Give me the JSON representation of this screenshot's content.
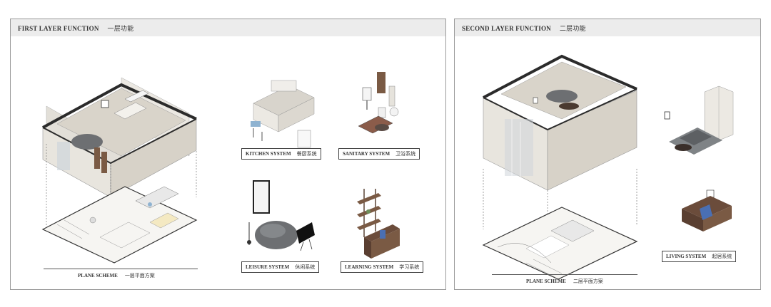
{
  "panels": {
    "first": {
      "title": "FIRST LAYER FUNCTION",
      "title_cn": "一层功能",
      "plane_caption": "PLANE SCHEME",
      "plane_caption_cn": "一层平面方案",
      "systems": [
        {
          "label": "KITCHEN SYSTEM",
          "label_cn": "餐厨系统"
        },
        {
          "label": "SANITARY SYSTEM",
          "label_cn": "卫浴系统"
        },
        {
          "label": "LEISURE SYSTEM",
          "label_cn": "休闲系统"
        },
        {
          "label": "LEARNING SYSTEM",
          "label_cn": "学习系统"
        }
      ]
    },
    "second": {
      "title": "SECOND LAYER FUNCTION",
      "title_cn": "二层功能",
      "plane_caption": "PLANE SCHEME",
      "plane_caption_cn": "二层平面方案",
      "systems": [
        {
          "label": "LIVING SYSTEM",
          "label_cn": "起居系统"
        }
      ]
    }
  },
  "colors": {
    "wall": "#e6e3dc",
    "wall_shadow": "#cfcac0",
    "roof_edge": "#2b2b2b",
    "wood": "#7a5a44",
    "sofa": "#6d6f72",
    "panel_header": "#ececec"
  }
}
